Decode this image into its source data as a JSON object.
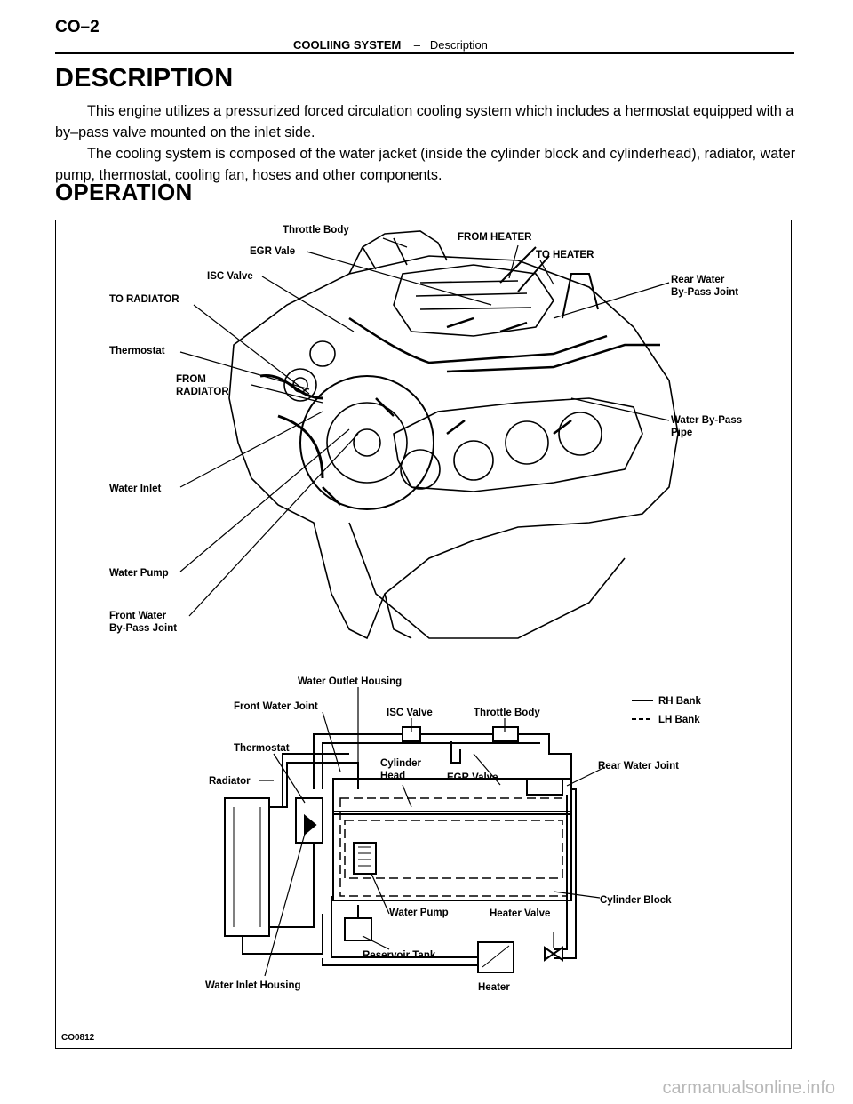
{
  "header": {
    "page_code": "CO–2",
    "section": "COOLIING SYSTEM",
    "separator": "–",
    "subsection": "Description"
  },
  "description": {
    "title": "DESCRIPTION",
    "paragraph1": "This engine utilizes a pressurized forced circulation cooling system which includes a hermostat equipped with a by–pass valve mounted on the inlet side.",
    "paragraph2": "The cooling system is composed of the water jacket (inside the cylinder block and cylinderhead), radiator, water pump, thermostat, cooling fan, hoses and other components."
  },
  "operation": {
    "title": "OPERATION"
  },
  "figure": {
    "id": "CO0812",
    "engine_labels": {
      "throttle_body": "Throttle Body",
      "egr_vale": "EGR Vale",
      "isc_valve": "ISC Valve",
      "to_radiator": "TO RADIATOR",
      "thermostat": "Thermostat",
      "from_radiator_1": "FROM",
      "from_radiator_2": "RADIATOR",
      "water_inlet": "Water Inlet",
      "water_pump": "Water Pump",
      "front_water_1": "Front Water",
      "front_water_2": "By-Pass Joint",
      "from_heater": "FROM HEATER",
      "to_heater": "TO HEATER",
      "rear_water_1": "Rear Water",
      "rear_water_2": "By-Pass Joint",
      "bypass_pipe_1": "Water By-Pass",
      "bypass_pipe_2": "Pipe"
    },
    "schematic_labels": {
      "water_outlet_housing": "Water Outlet Housing",
      "front_water_joint": "Front Water Joint",
      "isc_valve": "ISC Valve",
      "throttle_body": "Throttle Body",
      "thermostat": "Thermostat",
      "cylinder_head_1": "Cylinder",
      "cylinder_head_2": "Head",
      "egr_valve": "EGR Valve",
      "rear_water_joint": "Rear Water Joint",
      "radiator": "Radiator",
      "cylinder_block": "Cylinder Block",
      "water_pump": "Water Pump",
      "heater_valve": "Heater Valve",
      "reservoir_tank": "Reservoir Tank",
      "water_inlet_housing": "Water Inlet Housing",
      "heater": "Heater"
    },
    "legend": {
      "rh": "RH Bank",
      "lh": "LH Bank"
    }
  },
  "watermark": "carmanualsonline.info"
}
